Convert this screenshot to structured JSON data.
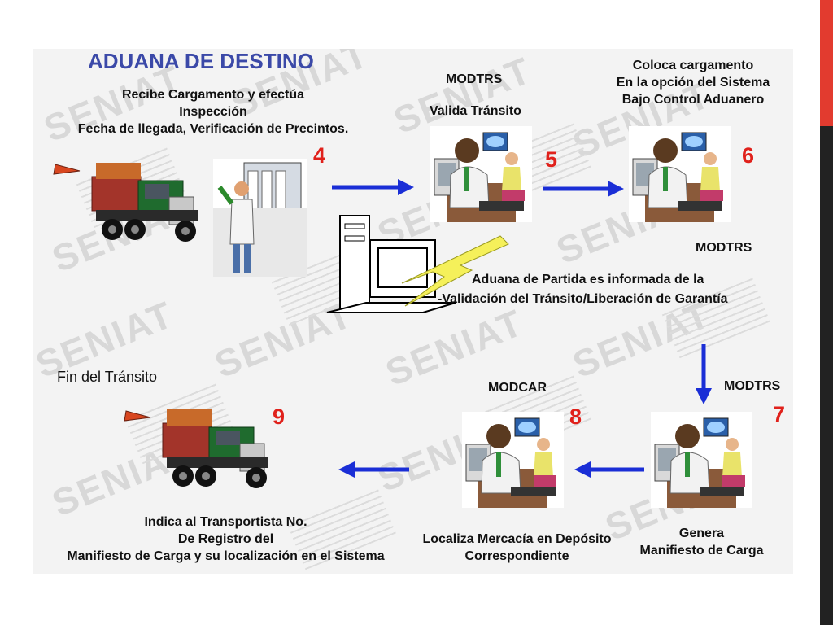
{
  "watermark": "SENIAT",
  "title": "ADUANA DE DESTINO",
  "step4": {
    "number": "4",
    "lines": [
      "Recibe Cargamento y efectúa",
      "Inspección",
      "Fecha de llegada, Verificación de Precintos."
    ]
  },
  "step5": {
    "number": "5",
    "code": "MODTRS",
    "lines": [
      "Valida Tránsito"
    ]
  },
  "step6": {
    "number": "6",
    "code": "MODTRS",
    "lines": [
      "Coloca cargamento",
      "En la opción del Sistema",
      "Bajo Control Aduanero"
    ]
  },
  "notify": {
    "lines": [
      "Aduana de Partida es informada de la",
      "-Validación  del Tránsito/Liberación de Garantía"
    ]
  },
  "step7": {
    "number": "7",
    "code": "MODTRS",
    "lines": [
      "Genera",
      "Manifiesto de Carga"
    ]
  },
  "step8": {
    "number": "8",
    "code": "MODCAR",
    "lines": [
      "Localiza Mercacía en Depósito",
      "Correspondiente"
    ]
  },
  "step9": {
    "number": "9",
    "label": "Fin del Tránsito",
    "lines": [
      "Indica al Transportista No.",
      "De Registro del",
      "Manifiesto de Carga y su localización en el Sistema"
    ]
  },
  "colors": {
    "title": "#3b49a8",
    "step_number": "#e0211b",
    "arrow": "#1a2ed6",
    "edge_top": "#e23b2f",
    "edge_bottom": "#222222"
  }
}
